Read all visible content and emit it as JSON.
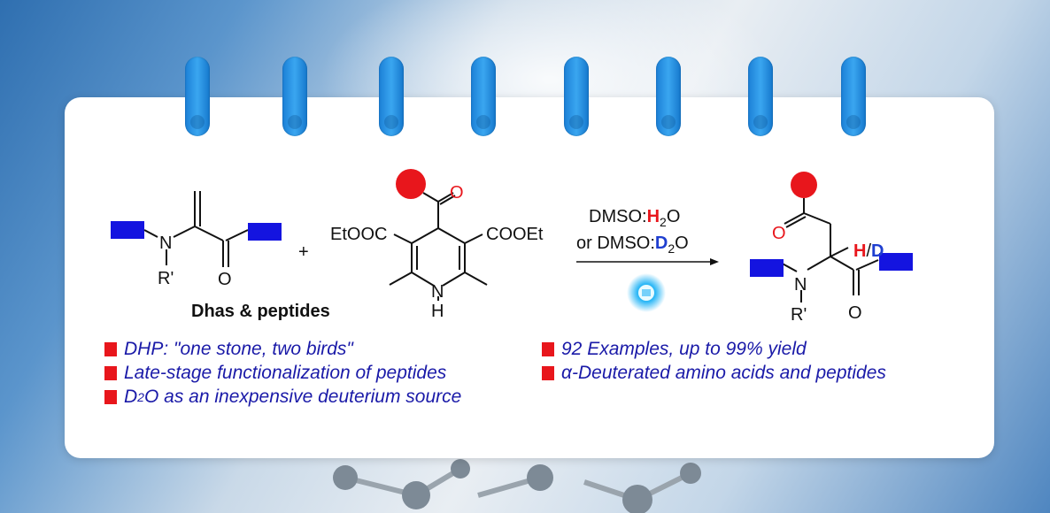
{
  "reactant1": {
    "atom_n": "N",
    "atom_r": "R'",
    "atom_o": "O",
    "label": "Dhas & peptides"
  },
  "plus": "+",
  "reactant2": {
    "left_group": "EtOOC",
    "right_group": "COOEt",
    "atom_o": "O",
    "atom_n": "N",
    "atom_h": "H"
  },
  "conditions": {
    "line1_prefix": "DMSO:",
    "line1_h": "H",
    "line1_sub": "2",
    "line1_o": "O",
    "line2_prefix": "or DMSO:",
    "line2_d": "D",
    "line2_sub": "2",
    "line2_o": "O"
  },
  "product": {
    "atom_o_ester": "O",
    "atom_n": "N",
    "atom_r": "R'",
    "atom_o": "O",
    "label_h": "H",
    "label_slash": "/",
    "label_d": "D"
  },
  "bullets_left": [
    {
      "text": "DHP: \"one stone, two birds\""
    },
    {
      "text": "Late-stage functionalization of  peptides"
    },
    {
      "prefix": "D",
      "sub": "2",
      "suffix": "O as an inexpensive deuterium source"
    }
  ],
  "bullets_right": [
    {
      "text": "92 Examples, up to 99% yield"
    },
    {
      "prefix": "α",
      "suffix": "-Deuterated amino acids and peptides"
    }
  ],
  "colors": {
    "accent_red": "#e8161c",
    "block_blue": "#1414e0",
    "ring_blue": "#2a93e6",
    "text_blue": "#1a1aa8",
    "d_blue": "#1f3fd0"
  },
  "icons": {
    "light": "blue-light-bulb-icon",
    "substituent": "red-circle-icon"
  }
}
